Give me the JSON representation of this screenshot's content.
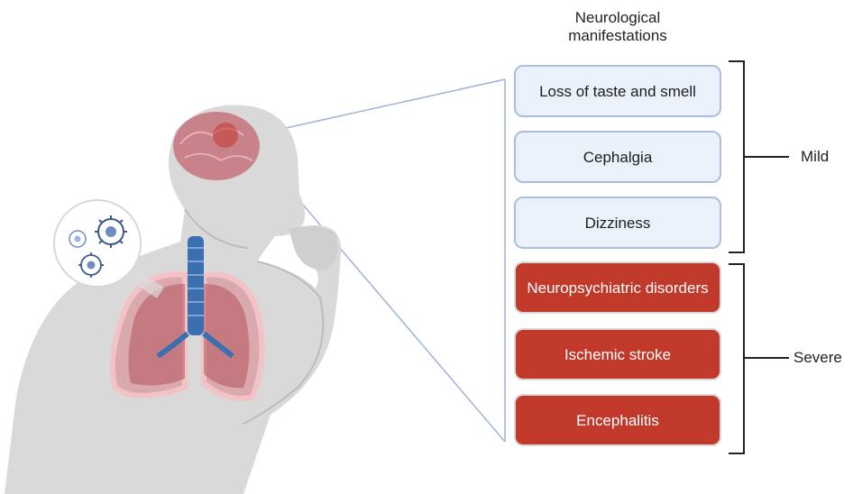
{
  "title": {
    "line1": "Neurological",
    "line2": "manifestations"
  },
  "mild": {
    "label": "Mild",
    "items": [
      "Loss of taste and smell",
      "Cephalgia",
      "Dizziness"
    ]
  },
  "severe": {
    "label": "Severe",
    "items": [
      "Neuropsychiatric disorders",
      "Ischemic stroke",
      "Encephalitis"
    ]
  },
  "colors": {
    "mild_fill": "#eaf1fb",
    "mild_border": "#a9bfdc",
    "severe_fill": "#c0392b",
    "bracket": "#222222",
    "skin": "#d9d9d9",
    "lung": "#b5545c",
    "trachea": "#3b6fb0",
    "brain": "#c9818a"
  }
}
